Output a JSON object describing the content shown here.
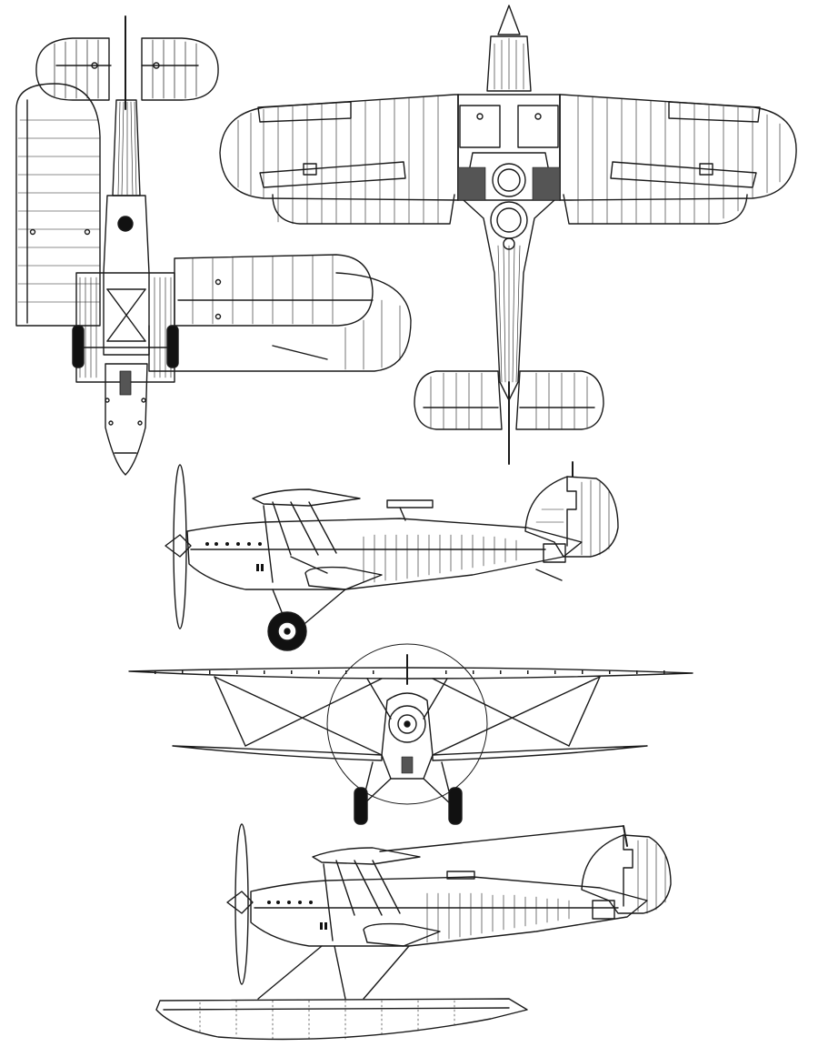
{
  "colors": {
    "line": "#1a1a1a",
    "paper": "#ffffff",
    "fill_light": "#ffffff",
    "fill_dark": "#111111",
    "hatch": "#555555"
  },
  "views": [
    {
      "name": "plan-view-underside",
      "kind": "underside plan"
    },
    {
      "name": "plan-view-top",
      "kind": "top plan"
    },
    {
      "name": "side-view-landplane",
      "kind": "port side elevation, wheeled undercarriage"
    },
    {
      "name": "front-view",
      "kind": "front elevation"
    },
    {
      "name": "side-view-floatplane",
      "kind": "port side elevation, float undercarriage"
    }
  ]
}
